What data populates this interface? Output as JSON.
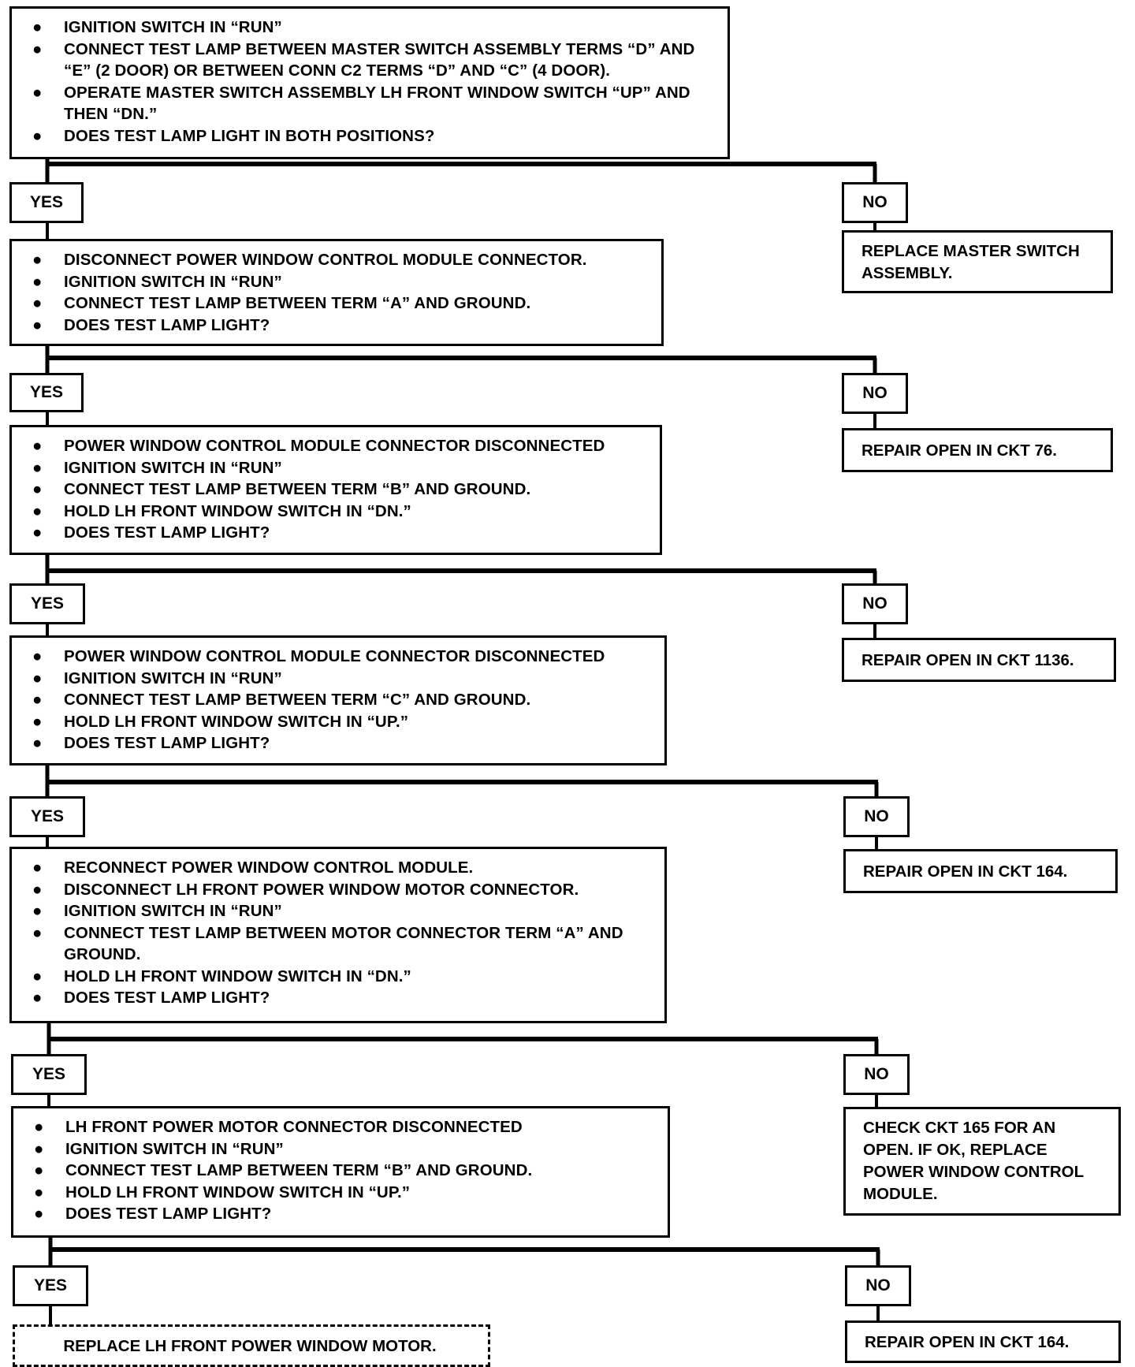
{
  "bullet": "●",
  "steps": [
    {
      "items": [
        "IGNITION SWITCH IN “RUN”",
        "CONNECT TEST LAMP BETWEEN MASTER SWITCH ASSEMBLY TERMS “D” AND “E” (2 DOOR) OR BETWEEN CONN C2 TERMS “D” AND “C” (4 DOOR).",
        "OPERATE MASTER SWITCH ASSEMBLY LH FRONT WINDOW SWITCH “UP” AND THEN “DN.”",
        "DOES TEST LAMP LIGHT IN BOTH POSITIONS?"
      ]
    },
    {
      "items": [
        "DISCONNECT POWER WINDOW CONTROL MODULE CONNECTOR.",
        "IGNITION SWITCH IN “RUN”",
        "CONNECT TEST LAMP BETWEEN TERM “A” AND GROUND.",
        "DOES TEST LAMP LIGHT?"
      ]
    },
    {
      "items": [
        "POWER WINDOW CONTROL MODULE CONNECTOR DISCONNECTED",
        "IGNITION SWITCH IN “RUN”",
        "CONNECT TEST LAMP BETWEEN TERM “B” AND GROUND.",
        "HOLD LH FRONT WINDOW SWITCH IN “DN.”",
        "DOES TEST LAMP LIGHT?"
      ]
    },
    {
      "items": [
        "POWER WINDOW CONTROL MODULE CONNECTOR DISCONNECTED",
        "IGNITION SWITCH IN “RUN”",
        "CONNECT TEST LAMP BETWEEN TERM “C” AND GROUND.",
        "HOLD LH FRONT WINDOW SWITCH IN “UP.”",
        "DOES TEST LAMP LIGHT?"
      ]
    },
    {
      "items": [
        "RECONNECT POWER WINDOW CONTROL MODULE.",
        "DISCONNECT LH FRONT POWER WINDOW MOTOR CONNECTOR.",
        "IGNITION SWITCH IN “RUN”",
        "CONNECT TEST LAMP BETWEEN MOTOR CONNECTOR TERM “A” AND GROUND.",
        "HOLD LH FRONT WINDOW SWITCH IN “DN.”",
        "DOES TEST LAMP LIGHT?"
      ]
    },
    {
      "items": [
        "LH FRONT POWER MOTOR CONNECTOR DISCONNECTED",
        "IGNITION SWITCH IN “RUN”",
        "CONNECT TEST LAMP BETWEEN TERM “B” AND GROUND.",
        "HOLD LH FRONT WINDOW SWITCH IN “UP.”",
        "DOES TEST LAMP LIGHT?"
      ]
    }
  ],
  "yes_label": "YES",
  "no_label": "NO",
  "no_results": [
    "REPLACE MASTER SWITCH ASSEMBLY.",
    "REPAIR OPEN IN CKT 76.",
    "REPAIR OPEN IN CKT 1136.",
    "REPAIR OPEN IN CKT 164.",
    "CHECK CKT 165 FOR AN OPEN. IF OK, REPLACE POWER WINDOW CONTROL MODULE.",
    "REPAIR OPEN IN CKT 164."
  ],
  "final_yes_result": "REPLACE LH FRONT POWER WINDOW MOTOR."
}
